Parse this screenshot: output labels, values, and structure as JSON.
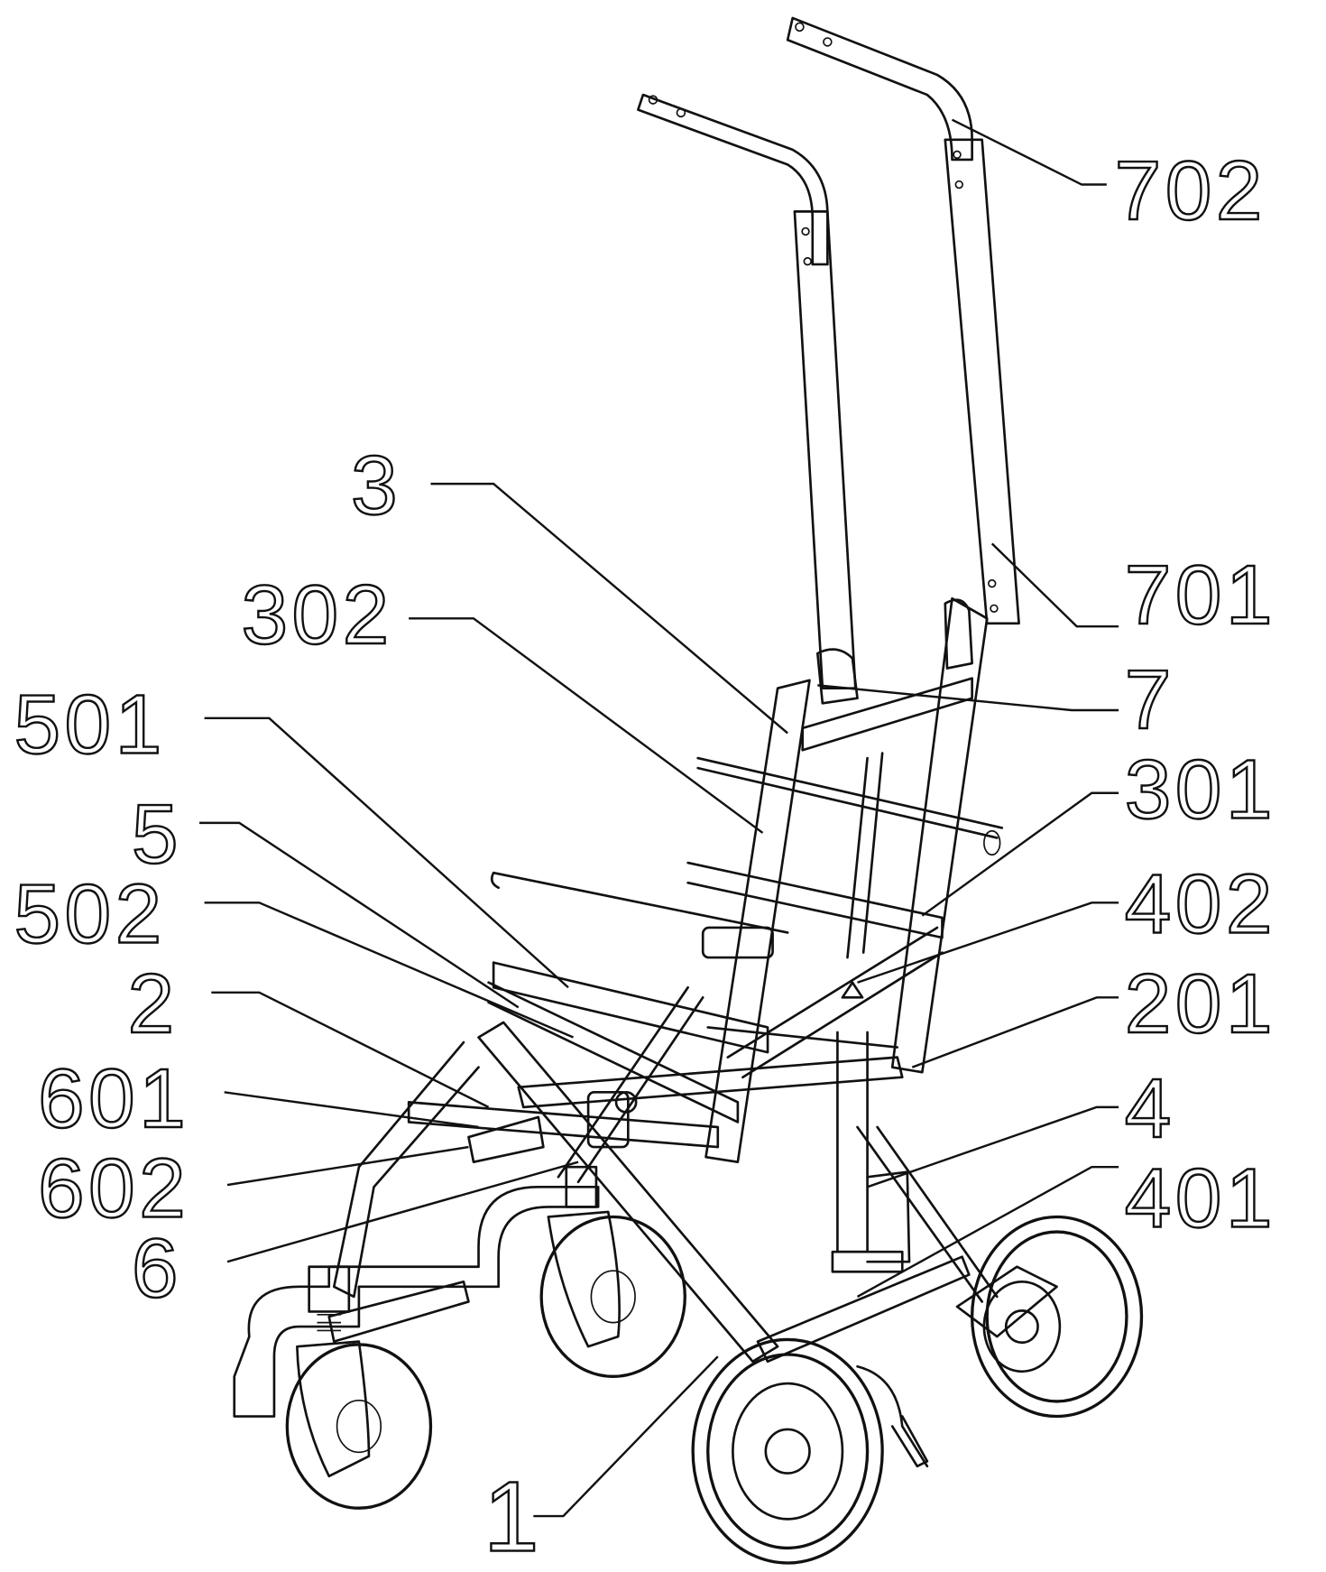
{
  "figure": {
    "type": "patent line drawing - stroller frame perspective view",
    "labels": {
      "l702": "702",
      "l701": "701",
      "l7": "7",
      "l301": "301",
      "l402": "402",
      "l201": "201",
      "l4": "4",
      "l401": "401",
      "l3": "3",
      "l302": "302",
      "l501": "501",
      "l5": "5",
      "l502": "502",
      "l2": "2",
      "l601": "601",
      "l602": "602",
      "l6": "6",
      "l1": "1"
    }
  }
}
